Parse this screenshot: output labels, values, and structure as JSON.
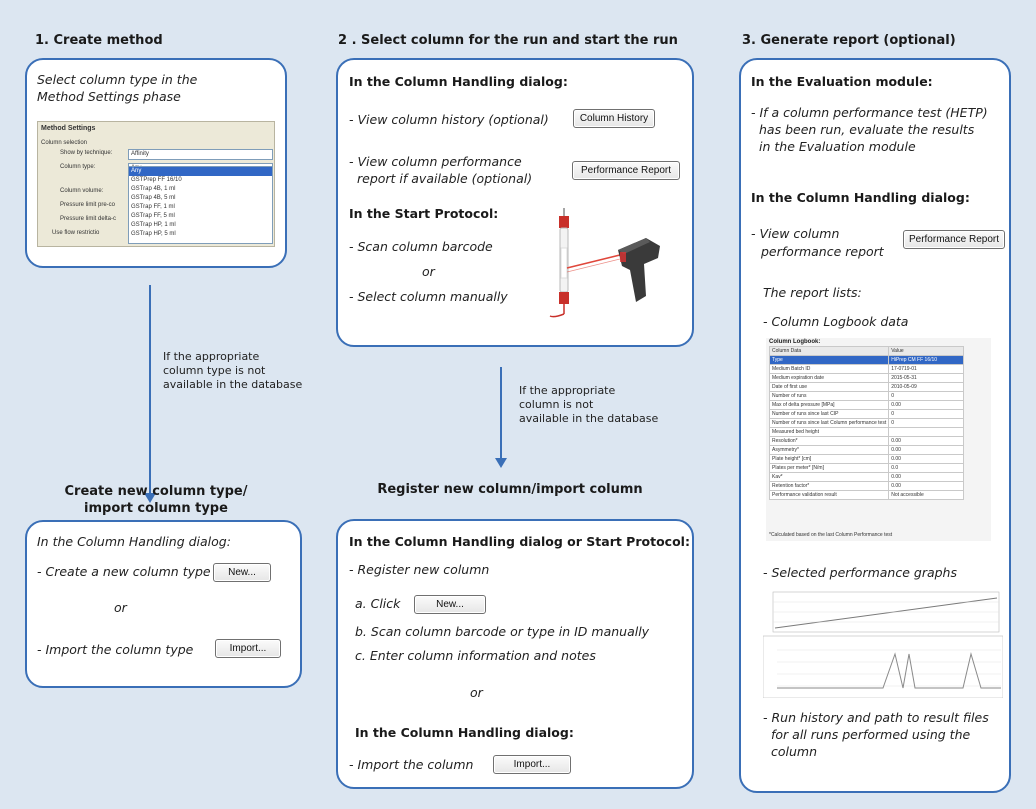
{
  "steps": {
    "s1": {
      "title": "1. Create method"
    },
    "s2": {
      "title": "2 . Select column for the run and start the run"
    },
    "s3": {
      "title": "3. Generate report (optional)"
    }
  },
  "card1": {
    "text1": "Select column type in the",
    "text2": "Method Settings phase",
    "shot": {
      "header": "Method Settings",
      "group": "Column selection",
      "rows": [
        {
          "label": "Show by technique:",
          "value": "Affinity"
        },
        {
          "label": "Column type:",
          "value": "Any"
        },
        {
          "label": "Column volume:",
          "value": ""
        },
        {
          "label": "Pressure limit pre-co",
          "value": ""
        },
        {
          "label": "Pressure limit delta-c",
          "value": ""
        },
        {
          "label": "Use flow restrictio",
          "value": ""
        }
      ],
      "list": [
        "Any",
        "GSTPrep FF 16/10",
        "GSTrap 4B, 1 ml",
        "GSTrap 4B, 5 ml",
        "GSTrap FF, 1 ml",
        "GSTrap FF, 5 ml",
        "GSTrap HP, 1 ml",
        "GSTrap HP, 5 ml"
      ]
    }
  },
  "note1": [
    "If the appropriate",
    "column type is not",
    "available in the database"
  ],
  "mid1": [
    "Create new column type/",
    "import column type"
  ],
  "card4": {
    "l1": "In the Column Handling dialog:",
    "l2": "- Create a new column type",
    "btn_new": "New...",
    "or": "or",
    "l3": "- Import the column type",
    "btn_import": "Import..."
  },
  "card2": {
    "h1": "In the Column Handling dialog:",
    "l1": "- View column history (optional)",
    "btn_hist": "Column History",
    "l2a": "- View column performance",
    "l2b": "report if available (optional)",
    "btn_perf": "Performance Report",
    "h2": "In the Start Protocol:",
    "l3": "- Scan column barcode",
    "or": "or",
    "l4": "- Select column manually"
  },
  "note2": [
    "If the appropriate",
    "column is not",
    "available in the database"
  ],
  "mid2": "Register new column/import column",
  "card5": {
    "h1": "In the Column Handling dialog or Start Protocol:",
    "l1": "- Register new column",
    "l2": "a. Click",
    "btn_new": "New...",
    "l3": "b. Scan column barcode or type in ID manually",
    "l4": "c. Enter column information and notes",
    "or": "or",
    "h2": "In the Column Handling dialog:",
    "l5": "- Import the column",
    "btn_import": "Import..."
  },
  "card3": {
    "h1": "In the Evaluation module:",
    "l1a": "- If a column performance test (HETP)",
    "l1b": "has been run, evaluate the results",
    "l1c": "in the Evaluation module",
    "h2": "In the Column Handling dialog:",
    "l2a": "- View column",
    "l2b": "performance report",
    "btn_perf": "Performance Report",
    "l3": "The report lists:",
    "l4": "- Column Logbook data",
    "logbook": {
      "title": "Column Logbook:",
      "head": [
        "Column Data",
        "Value"
      ],
      "rows": [
        [
          "Type",
          "HiPrep CM FF 16/10"
        ],
        [
          "Medium Batch ID",
          "17-0719-01"
        ],
        [
          "Medium expiration date",
          "2015-05-31"
        ],
        [
          "Date of first use",
          "2010-05-09"
        ],
        [
          "Number of runs",
          "0"
        ],
        [
          "Max of delta pressure [MPa]",
          "0.00"
        ],
        [
          "Number of runs since last CIP",
          "0"
        ],
        [
          "Number of runs since last Column performance test",
          "0"
        ],
        [
          "Measured bed height",
          ""
        ],
        [
          "Resolution*",
          "0.00"
        ],
        [
          "Asymmetry*",
          "0.00"
        ],
        [
          "Plate height* [cm]",
          "0.00"
        ],
        [
          "Plates per meter* [N/m]",
          "0.0"
        ],
        [
          "Kav*",
          "0.00"
        ],
        [
          "Retention factor*",
          "0.00"
        ],
        [
          "Performance validation result",
          "Not accessible"
        ]
      ],
      "foot": "*Calculated based on the last Column Performance test"
    },
    "l5": "- Selected performance graphs",
    "l6a": "- Run history and path to result files",
    "l6b": "for all runs performed using the",
    "l6c": "column"
  },
  "colors": {
    "accent": "#3a6fb7",
    "background": "#dce6f1",
    "highlight": "#3167c5"
  }
}
